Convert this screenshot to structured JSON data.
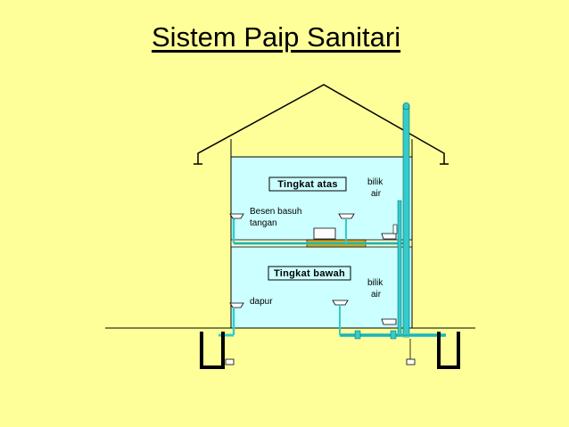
{
  "title": "Sistem Paip Sanitari",
  "labels": {
    "upper_floor": "Tingkat atas",
    "lower_floor": "Tingkat bawah",
    "bathroom_upper_line1": "bilik",
    "bathroom_upper_line2": "air",
    "bathroom_lower_line1": "bilik",
    "bathroom_lower_line2": "air",
    "handbasin_line1": "Besen basuh",
    "handbasin_line2": "tangan",
    "kitchen": "dapur"
  },
  "colors": {
    "background": "#ffff99",
    "interior": "#ccffff",
    "pipe": "#33cccc",
    "pipe_dark": "#006666",
    "drain_section": "#e0a000"
  }
}
